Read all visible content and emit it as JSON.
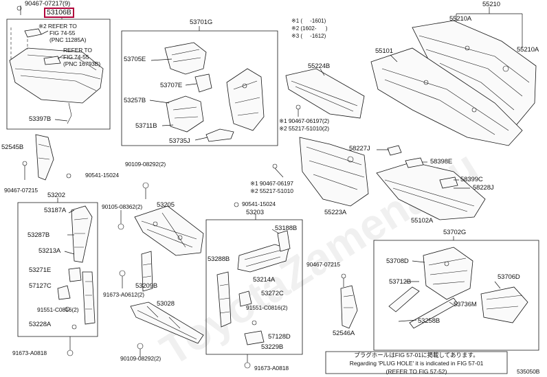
{
  "labels": {
    "b90467_07217": "90467-07217(9)",
    "main_part": "53106B",
    "refer1_a": "※2 REFER TO",
    "refer1_b": "FIG 74-55",
    "refer1_c": "(PNC 11285A)",
    "refer2_a": "REFER TO",
    "refer2_b": "FIG 74-55",
    "refer2_c": "(PNC 16793B)",
    "p53397B": "53397B",
    "p53701G": "53701G",
    "p53705E": "53705E",
    "p53707E": "53707E",
    "p53257B": "53257B",
    "p53711B": "53711B",
    "p53735J": "53735J",
    "p55210": "55210",
    "p55210A_1": "55210A",
    "p55210A_2": "55210A",
    "p55101": "55101",
    "p55224B": "55224B",
    "p90467_06197_1": "※1 90467-06197(2)",
    "p255217_51010_1": "※2 55217-51010(2)",
    "p58227J": "58227J",
    "p58398E": "58398E",
    "p58399C": "58399C",
    "p58228J": "58228J",
    "p90467_06197_2": "※1 90467-06197",
    "p255217_51010_2": "※2 55217-51010",
    "p55223A": "55223A",
    "p55102A": "55102A",
    "p52545B": "52545B",
    "p90467_07215_1": "90467-07215",
    "p90541_15024_1": "90541-15024",
    "p90109_08292_1": "90109-08292(2)",
    "p53202": "53202",
    "p90105_08362": "90105-08362(2)",
    "p53205": "53205",
    "p90541_15024_2": "90541-15024",
    "p53203": "53203",
    "p53187A": "53187A",
    "p53287B": "53287B",
    "p53213A": "53213A",
    "p53271E": "53271E",
    "p57127C": "57127C",
    "p91551_C0816_1": "91551-C0816(2)",
    "p53228A": "53228A",
    "p53209B": "53209B",
    "p91673_A0612": "91673-A0612(2)",
    "p53028": "53028",
    "p91673_A0818_1": "91673-A0818",
    "p90109_08292_2": "90109-08292(2)",
    "p53188B": "53188B",
    "p53288B": "53288B",
    "p53214A": "53214A",
    "p53272C": "53272C",
    "p91551_C0816_2": "91551-C0816(2)",
    "p57128D": "57128D",
    "p53229B": "53229B",
    "p91673_A0818_2": "91673-A0818",
    "p90467_07215_2": "90467-07215",
    "p52546A": "52546A",
    "p53702G": "53702G",
    "p53708D": "53708D",
    "p53712B": "53712B",
    "p53736M": "53736M",
    "p53258B": "53258B",
    "p53706D": "53706D",
    "diagram_id": "535050B"
  },
  "legend": {
    "line1": "※1 (     -1601)",
    "line2": "※2 (1602-      )",
    "line3": "※3 (     -1612)"
  },
  "note": {
    "jp": "プラグホールはFIG 57-01に掲載してあります。",
    "en1": "Regarding 'PLUG HOLE' it is indicated in FIG 57-01",
    "en2": "(REFER TO FIG 57-52)"
  },
  "watermark": "ToyotaZamena.ru"
}
